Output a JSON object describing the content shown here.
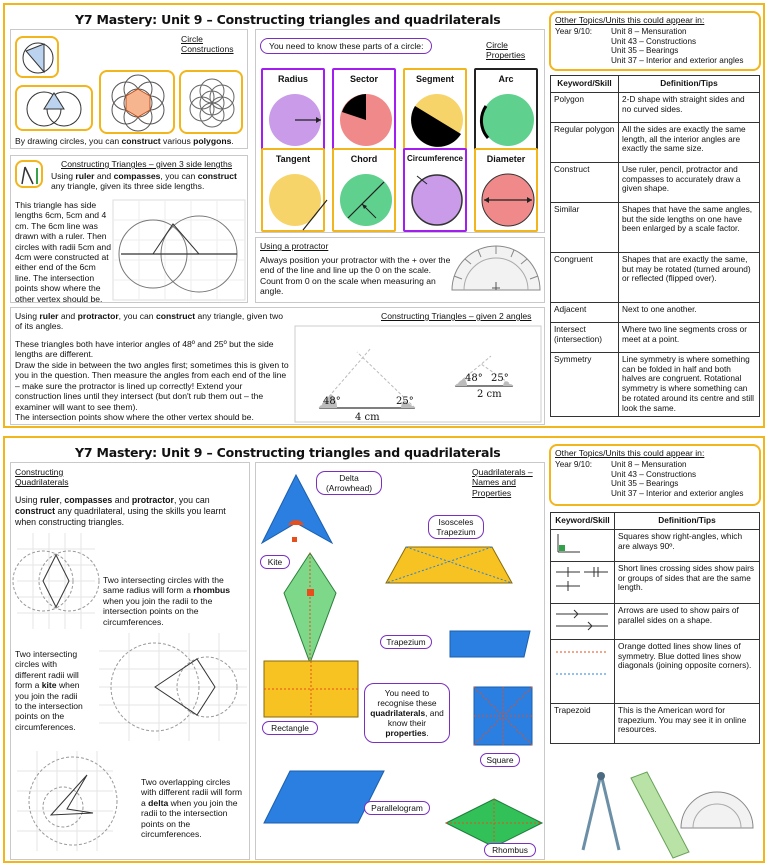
{
  "page1": {
    "title": "Y7 Mastery: Unit 9 – Constructing triangles and quadrilaterals",
    "circle_constructions": {
      "heading": "Circle Constructions",
      "caption_pre": "By drawing circles, you can ",
      "caption_bold1": "construct",
      "caption_mid": " various ",
      "caption_bold2": "polygons",
      "caption_post": "."
    },
    "circle_properties": {
      "intro": "You need to know these parts of a circle:",
      "heading": "Circle Properties",
      "cards": [
        "Radius",
        "Sector",
        "Segment",
        "Arc",
        "Tangent",
        "Chord",
        "Circumference",
        "Diameter"
      ]
    },
    "three_sides": {
      "heading": "Constructing Triangles – given 3 side lengths",
      "intro_pre": "Using ",
      "intro_b1": "ruler",
      "intro_mid": " and ",
      "intro_b2": "compasses",
      "intro_mid2": ", you can ",
      "intro_b3": "construct",
      "intro_post": " any triangle, given its three side lengths.",
      "body": "This triangle has side lengths 6cm, 5cm and 4 cm. The 6cm line was drawn with a ruler. Then circles with radii 5cm and 4cm were constructed at either end of the 6cm line. The intersection points show where the other vertex should be."
    },
    "protractor": {
      "heading": "Using a protractor",
      "body": "Always position your protractor with the + over the end of the line and line up the 0 on the scale. Count from 0 on the scale when measuring an angle."
    },
    "two_angles": {
      "heading": "Constructing Triangles – given 2 angles",
      "intro_pre": "Using ",
      "intro_b1": "ruler",
      "intro_mid": " and ",
      "intro_b2": "protractor",
      "intro_mid2": ", you can ",
      "intro_b3": "construct",
      "intro_post": " any triangle, given two of its angles.",
      "body1": "These triangles both have interior angles of 48º and 25º but the side lengths are different.",
      "body2": "Draw the side in between the two angles first; sometimes this is given to you in the question. Then measure the angles from each end of the line – make sure the protractor is lined up correctly! Extend your construction lines until they intersect (but don't rub them out – the examiner will want to see them).",
      "body3": "The intersection points show where the other vertex should be.",
      "big_left": "48°",
      "big_right": "25°",
      "big_base": "4 cm",
      "small_left": "48°",
      "small_right": "25°",
      "small_base": "2 cm"
    },
    "other_topics": {
      "heading": "Other Topics/Units this could appear in:",
      "year": "Year 9/10:",
      "units": [
        "Unit 8 – Mensuration",
        "Unit 43 – Constructions",
        "Unit 35 – Bearings",
        "Unit 37 – Interior and exterior angles"
      ]
    },
    "keywords": {
      "col1": "Keyword/Skill",
      "col2": "Definition/Tips",
      "rows": [
        {
          "term": "Polygon",
          "def": "2-D shape with straight sides and no curved sides."
        },
        {
          "term": "Regular polygon",
          "def": "All the sides are exactly the same length, all the interior angles are exactly the same size."
        },
        {
          "term": "Construct",
          "def": "Use ruler, pencil, protractor and compasses to accurately draw a given shape."
        },
        {
          "term": "Similar",
          "def": "Shapes that have the same angles, but the side lengths on one have been enlarged by a scale factor."
        },
        {
          "term": "Congruent",
          "def": "Shapes that are exactly the same, but may be rotated (turned around) or reflected (flipped over)."
        },
        {
          "term": "Adjacent",
          "def": "Next to one another."
        },
        {
          "term": "Intersect (intersection)",
          "def": "Where two line segments cross or meet at a point."
        },
        {
          "term": "Symmetry",
          "def": "Line symmetry is where something can be folded in half and both halves are congruent. Rotational symmetry is where something can be rotated around its centre and still look the same."
        }
      ]
    }
  },
  "page2": {
    "title": "Y7 Mastery: Unit 9 – Constructing triangles and quadrilaterals",
    "quads": {
      "heading": "Constructing Quadrilaterals",
      "intro_pre": "Using ",
      "intro_b1": "ruler",
      "intro_c1": ", ",
      "intro_b2": "compasses",
      "intro_mid": " and ",
      "intro_b3": "protractor",
      "intro_mid2": ", you can ",
      "intro_b4": "construct",
      "intro_post": " any quadrilateral, using the skills you learnt when constructing triangles.",
      "rhombus_pre": "Two intersecting circles with the same radius will form a ",
      "rhombus_b": "rhombus",
      "rhombus_post": " when you join the radii to the intersection points on the circumferences.",
      "kite_pre": "Two intersecting circles with different radii will form a ",
      "kite_b": "kite",
      "kite_post": " when you join the radii to the intersection points on the circumferences.",
      "delta_pre": "Two overlapping circles with different radii will form a ",
      "delta_b": "delta",
      "delta_post": " when you join the radii to the intersection points on the circumferences."
    },
    "shapes": {
      "heading": "Quadrilaterals – Names and Properties",
      "delta": "Delta (Arrowhead)",
      "kite": "Kite",
      "isosceles": "Isosceles Trapezium",
      "trapezium": "Trapezium",
      "rectangle": "Rectangle",
      "square": "Square",
      "parallelogram": "Parallelogram",
      "rhombus": "Rhombus",
      "recognise_pre": "You need to recognise these ",
      "recognise_b1": "quadrilaterals",
      "recognise_mid": ", and know their ",
      "recognise_b2": "properties",
      "recognise_post": "."
    },
    "other_topics": {
      "heading": "Other Topics/Units this could appear in:",
      "year": "Year 9/10:",
      "units": [
        "Unit 8 – Mensuration",
        "Unit 43 – Constructions",
        "Unit 35 – Bearings",
        "Unit 37 – Interior and exterior angles"
      ]
    },
    "keywords": {
      "col1": "Keyword/Skill",
      "col2": "Definition/Tips",
      "rows": [
        {
          "def": "Squares show right-angles, which are always 90º."
        },
        {
          "def": "Short lines crossing sides show pairs or groups of sides that are the same length."
        },
        {
          "def": "Arrows are used to show pairs of parallel sides on a shape."
        },
        {
          "def": "Orange dotted lines show lines of symmetry. Blue dotted lines show diagonals (joining opposite corners)."
        },
        {
          "term": "Trapezoid",
          "def": "This is the American word for trapezium. You may see it in online resources."
        }
      ]
    }
  }
}
